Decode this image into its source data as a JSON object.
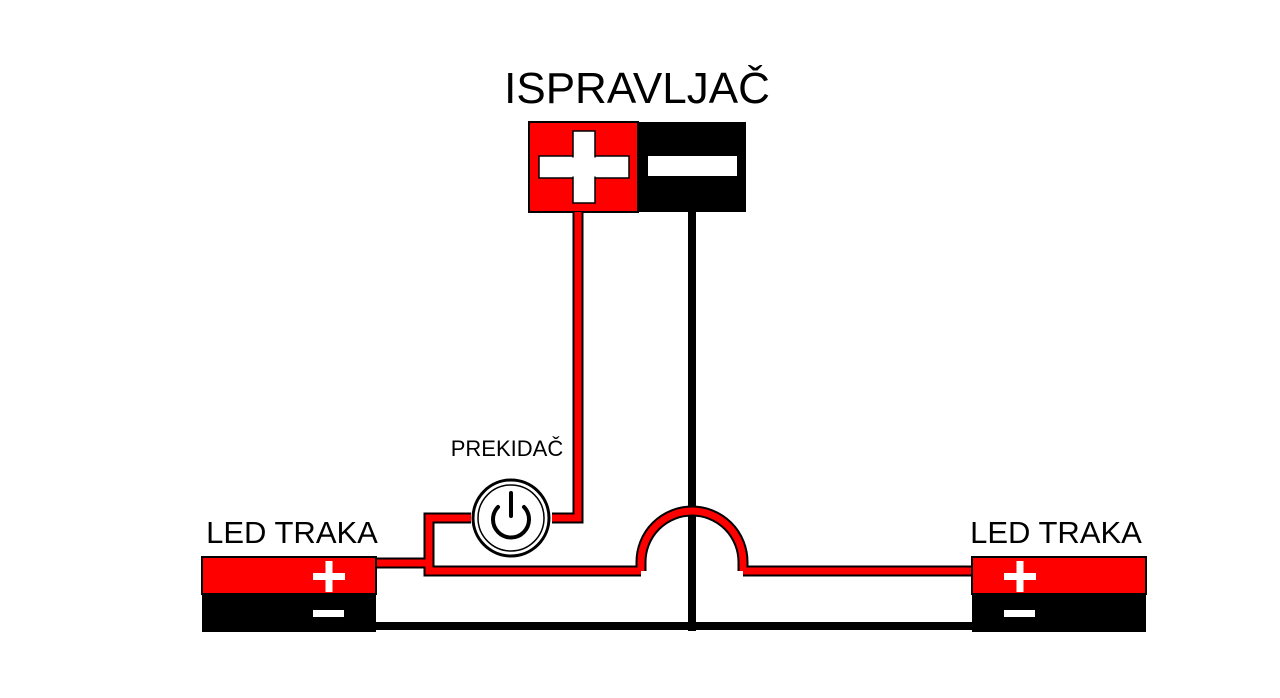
{
  "rectifier": {
    "label": "ISPRAVLJAČ",
    "positive_symbol": "+",
    "negative_symbol": "−"
  },
  "switch": {
    "label": "PREKIDAČ",
    "icon": "power-icon"
  },
  "led_strip_left": {
    "label": "LED TRAKA",
    "positive_symbol": "+",
    "negative_symbol": "−"
  },
  "led_strip_right": {
    "label": "LED TRAKA",
    "positive_symbol": "+",
    "negative_symbol": "−"
  },
  "colors": {
    "positive": "#ff0000",
    "negative": "#000000",
    "symbol": "#ffffff",
    "background": "#ffffff"
  }
}
